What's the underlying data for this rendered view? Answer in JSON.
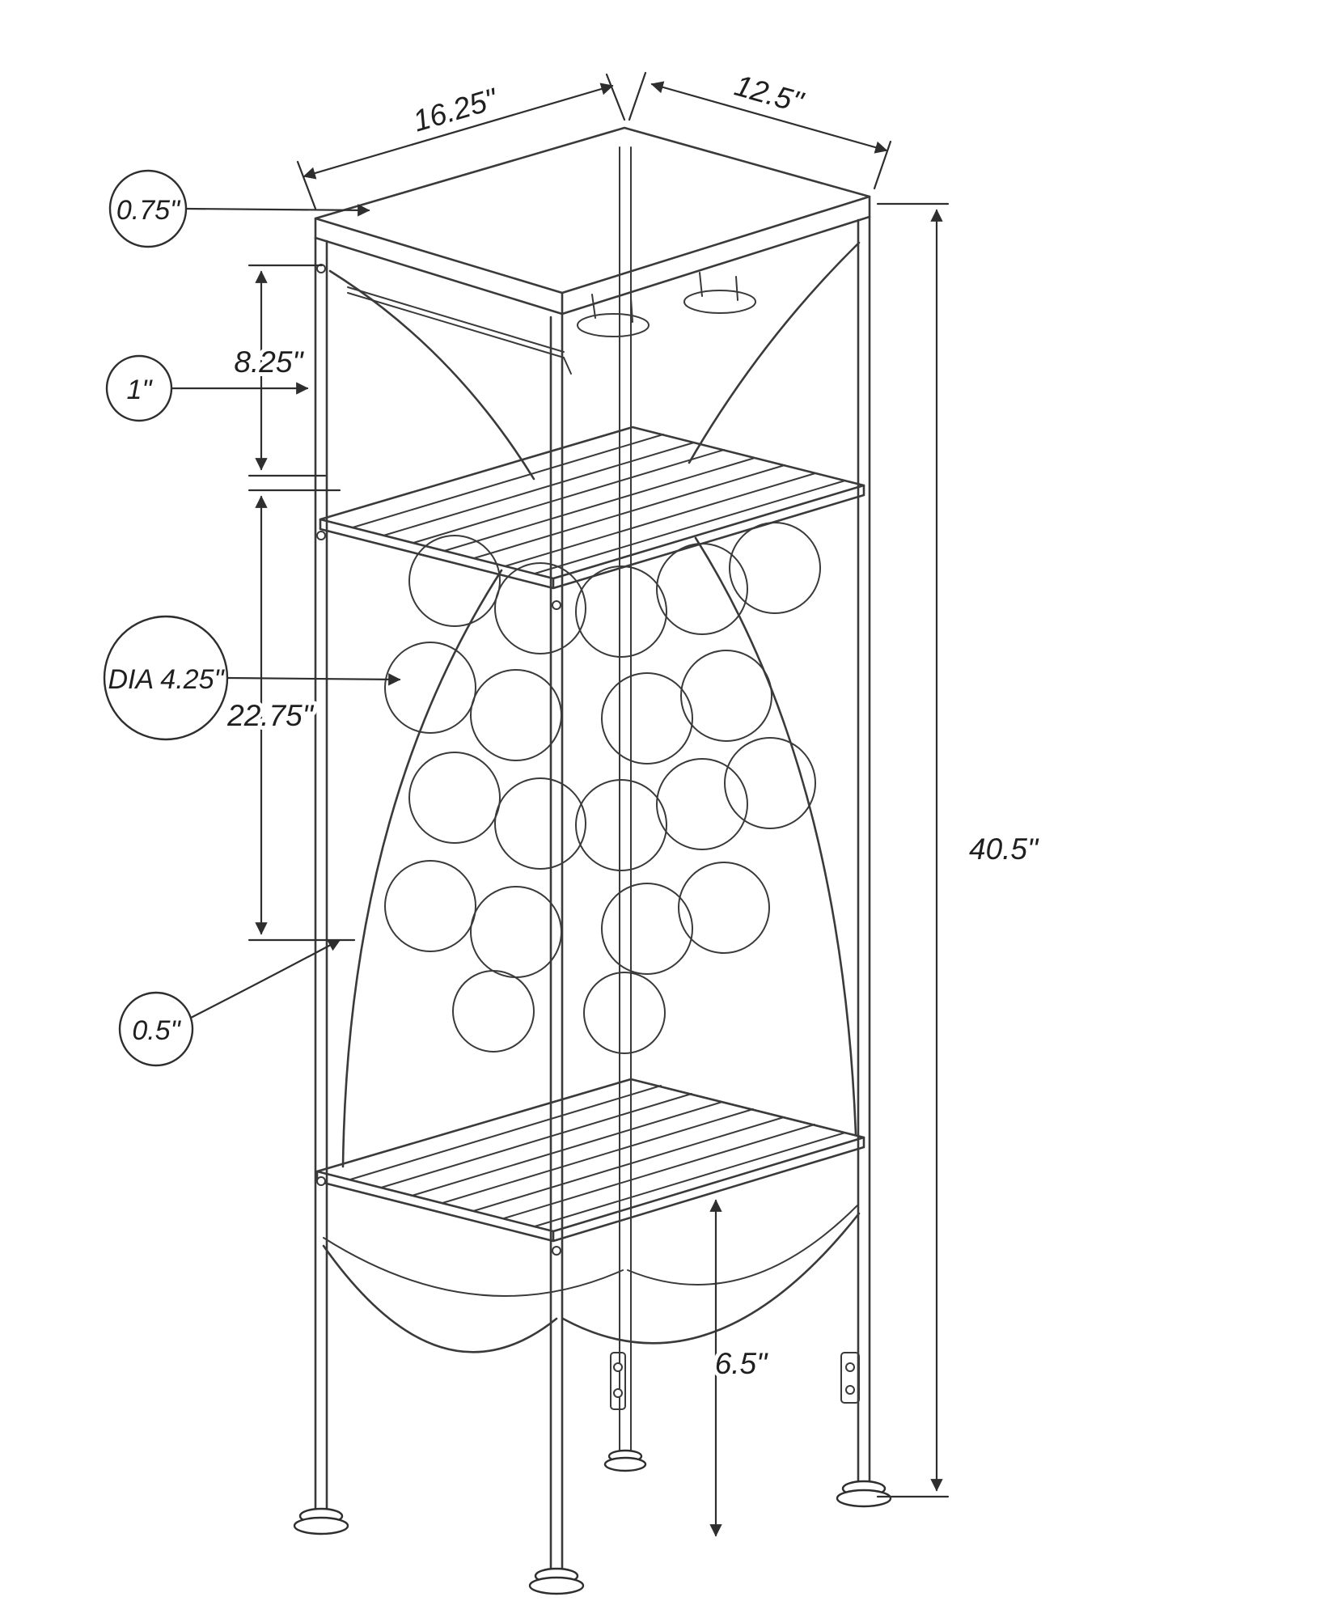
{
  "drawing": {
    "title": "wine-rack-accent-table-dimension-drawing",
    "labels": {
      "top_width": "16.25\"",
      "top_depth": "12.5\"",
      "top_thickness": "0.75\"",
      "upper_section_height": "8.25\"",
      "frame_tube_diameter": "1\"",
      "ring_diameter": "DIA 4.25\"",
      "middle_section_height": "22.75\"",
      "overall_height": "40.5\"",
      "foot_thickness": "0.5\"",
      "bottom_clearance": "6.5\""
    },
    "colors": {
      "line": "#3a3a3a",
      "dimension": "#2e2e2e",
      "background": "#ffffff"
    }
  }
}
